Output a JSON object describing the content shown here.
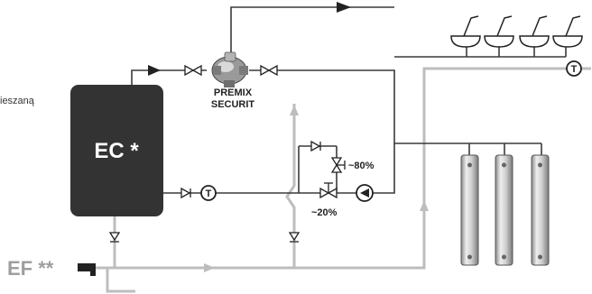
{
  "labels": {
    "side_text": "ieszaną",
    "premix_line1": "PREMIX",
    "premix_line2": "SECURIT",
    "ec": "EC *",
    "ef": "EF **",
    "pct_80": "~80%",
    "pct_20": "~20%",
    "thermometer_letter": "T"
  },
  "colors": {
    "hot_pipe": "#3a3a3a",
    "cold_pipe": "#bdbdbd",
    "tank": "#333333",
    "text": "#222222"
  },
  "icons": {
    "showers": "shower-head-icon",
    "radiators": "tubular-radiator-icon",
    "thermometer": "thermometer-icon",
    "pump": "circulation-pump-icon",
    "mixing_valve": "thermostatic-mixing-valve-icon"
  }
}
